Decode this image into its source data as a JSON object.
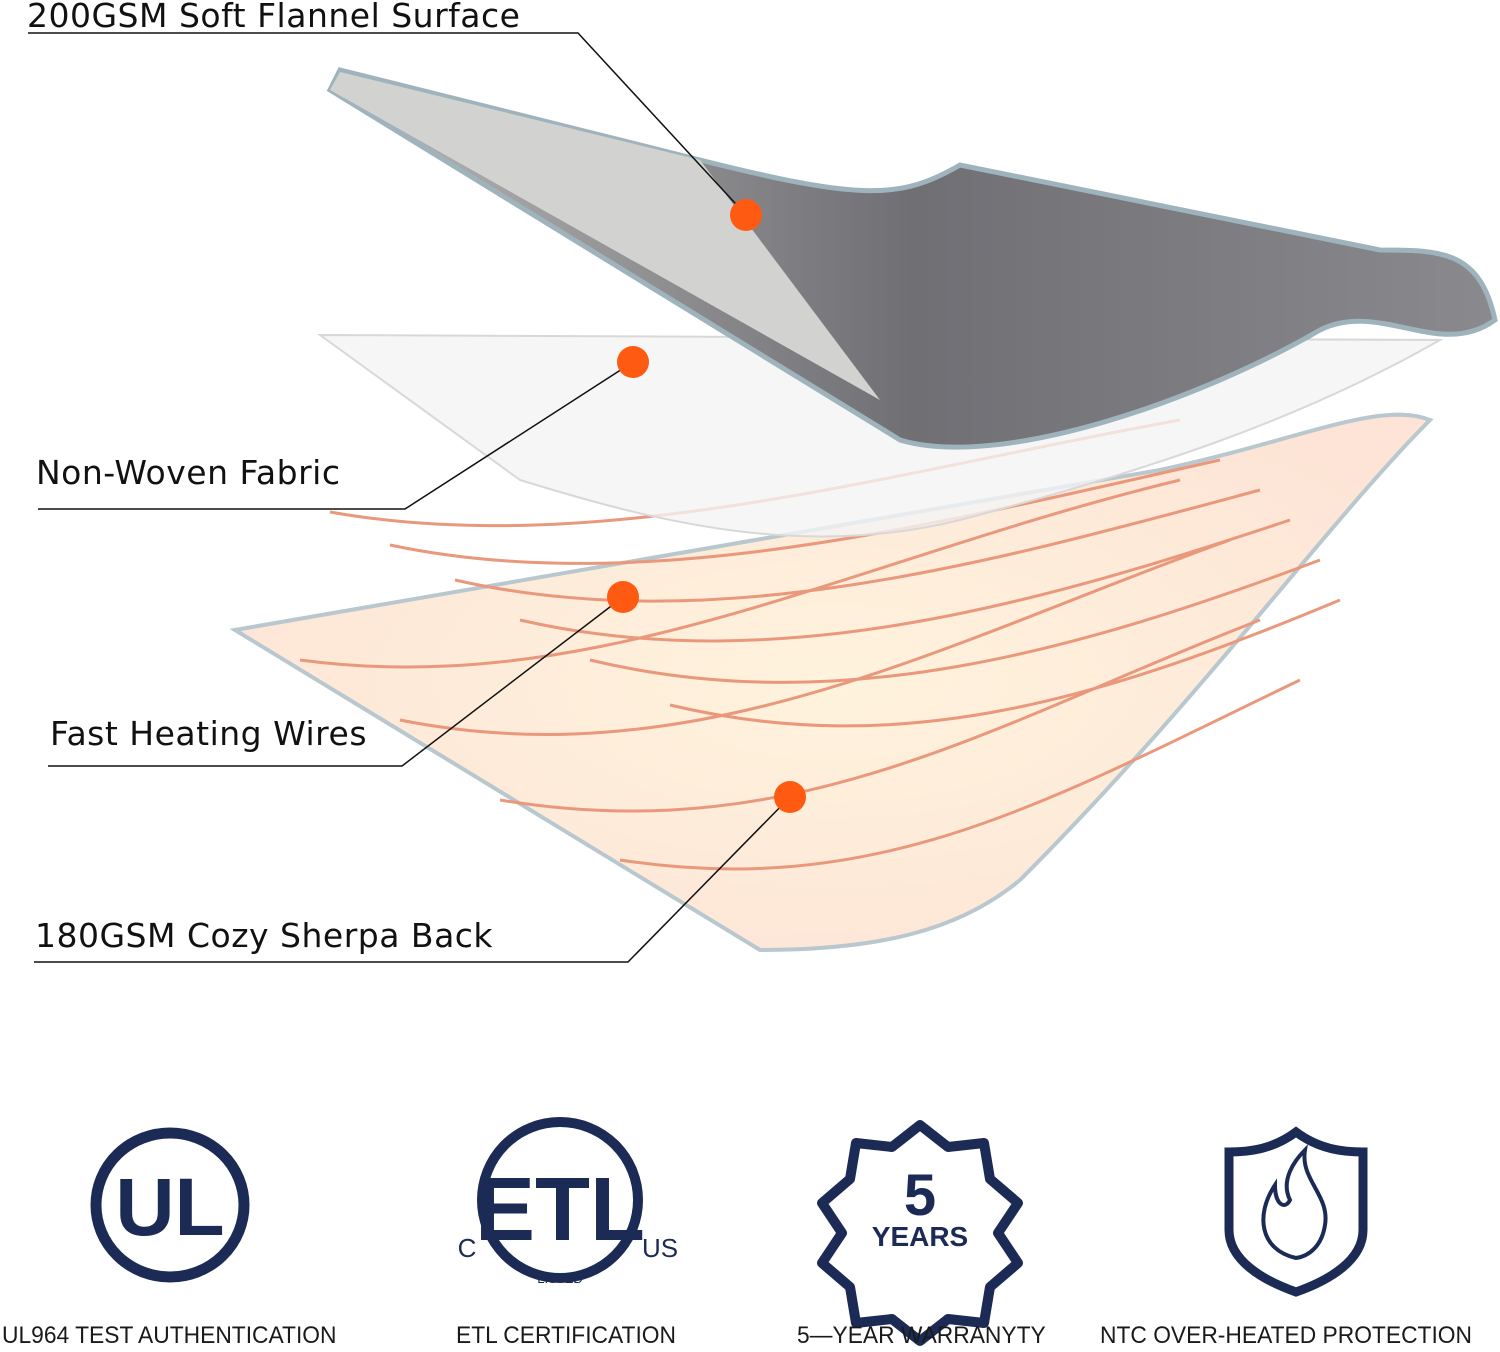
{
  "layers": [
    {
      "label": "200GSM Soft Flannel Surface"
    },
    {
      "label": "Non-Woven Fabric"
    },
    {
      "label": "Fast Heating Wires"
    },
    {
      "label": "180GSM Cozy Sherpa Back"
    }
  ],
  "badges": [
    {
      "icon": "ul-icon",
      "logo_text": "UL",
      "caption": "UL964 TEST AUTHENTICATION"
    },
    {
      "icon": "etl-icon",
      "logo_text": "ETL C US LISTED",
      "caption": "ETL CERTIFICATION"
    },
    {
      "icon": "warranty-badge-icon",
      "logo_text": "5 YEARS",
      "caption": "5—YEAR WARRANYTY"
    },
    {
      "icon": "flame-shield-icon",
      "caption": "NTC OVER-HEATED PROTECTION"
    }
  ],
  "colors": {
    "navy": "#1c2b55",
    "dot": "#ff5a12",
    "wire": "#e9987c",
    "flannel": "#7d7d82"
  }
}
